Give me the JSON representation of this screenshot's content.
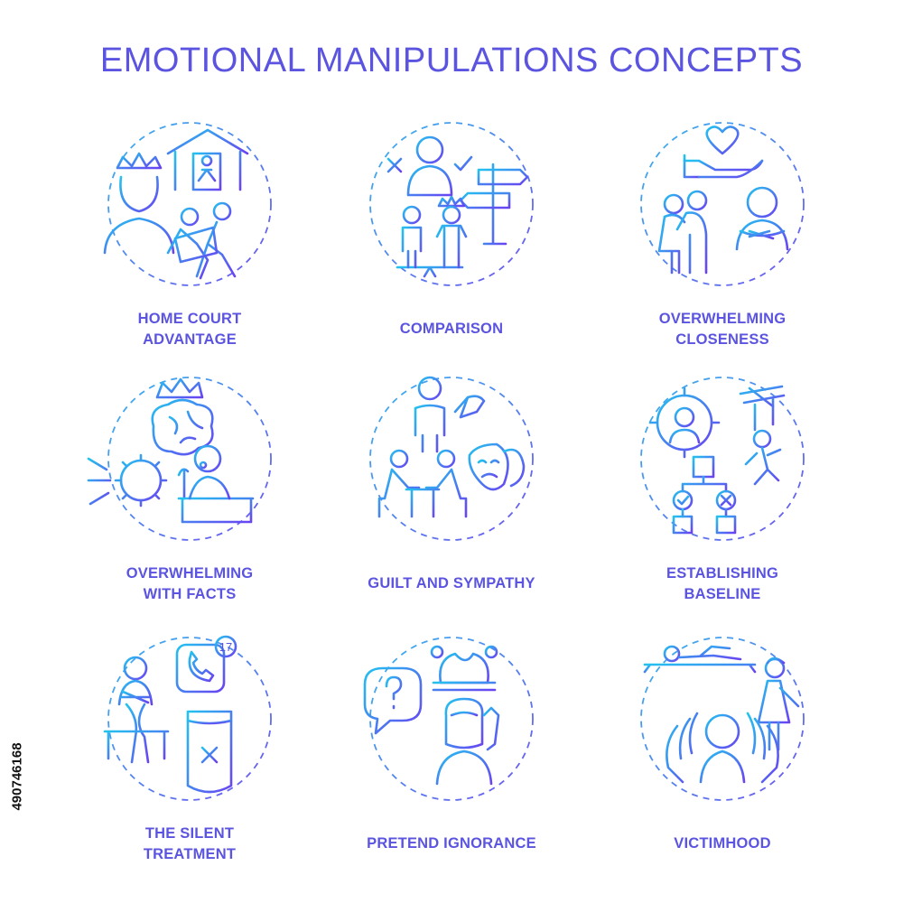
{
  "title": "EMOTIONAL MANIPULATIONS CONCEPTS",
  "stock_id": "490746168",
  "colors": {
    "accent": "#5b54e0",
    "gradient_start": "#22c3ef",
    "gradient_end": "#6a42f2"
  },
  "concepts": [
    {
      "line1": "HOME COURT",
      "line2": "ADVANTAGE",
      "icon": "home-court-icon"
    },
    {
      "line1": "COMPARISON",
      "line2": "",
      "icon": "comparison-icon"
    },
    {
      "line1": "OVERWHELMING",
      "line2": "CLOSENESS",
      "icon": "closeness-icon"
    },
    {
      "line1": "OVERWHELMING",
      "line2": "WITH FACTS",
      "icon": "facts-icon"
    },
    {
      "line1": "GUILT AND SYMPATHY",
      "line2": "",
      "icon": "guilt-icon"
    },
    {
      "line1": "ESTABLISHING",
      "line2": "BASELINE",
      "icon": "baseline-icon"
    },
    {
      "line1": "THE SILENT",
      "line2": "TREATMENT",
      "icon": "silent-treatment-icon"
    },
    {
      "line1": "PRETEND IGNORANCE",
      "line2": "",
      "icon": "pretend-ignorance-icon"
    },
    {
      "line1": "VICTIMHOOD",
      "line2": "",
      "icon": "victimhood-icon"
    }
  ],
  "badges": {
    "notification_count": "17"
  }
}
